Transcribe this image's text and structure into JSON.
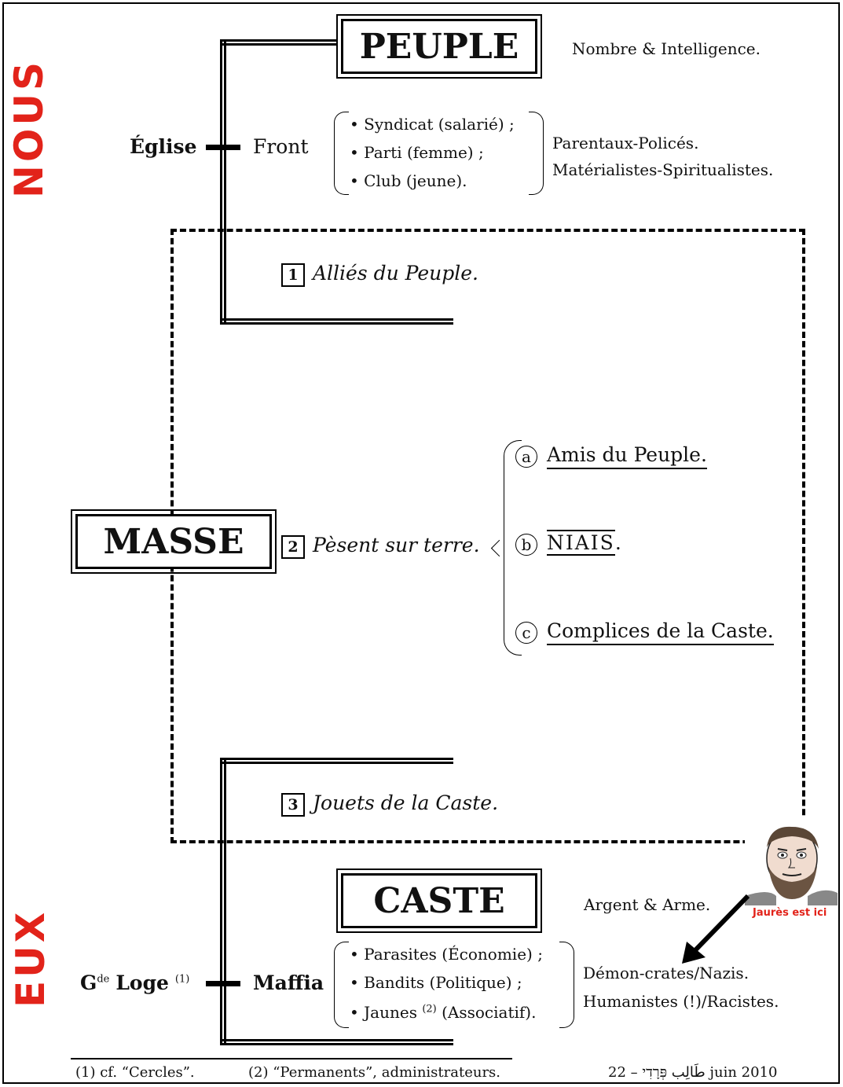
{
  "sides": {
    "top": "NOUS",
    "bottom": "EUX"
  },
  "peuple": {
    "title": "PEUPLE",
    "subtitle": "Nombre & Intelligence.",
    "left_label": "Église",
    "front": "Front",
    "front_items": [
      "• Syndicat (salarié) ;",
      "• Parti (femme) ;",
      "• Club (jeune)."
    ],
    "right_lines": [
      "Parentaux-Policés.",
      "Matérialistes-Spiritualistes."
    ]
  },
  "masse": {
    "title": "MASSE",
    "item1_num": "1",
    "item1_text": "Alliés du Peuple.",
    "item2_num": "2",
    "item2_text": "Pèsent sur terre.",
    "sub_a_letter": "a",
    "sub_a": "Amis du Peuple.",
    "sub_b_letter": "b",
    "sub_b": "NIAIS",
    "sub_c_letter": "c",
    "sub_c": "Complices de la Caste.",
    "item3_num": "3",
    "item3_text": "Jouets de la Caste."
  },
  "caste": {
    "title": "CASTE",
    "subtitle": "Argent & Arme.",
    "left_label_a": "G",
    "left_label_sup": "de",
    "left_label_b": "Loge",
    "left_label_note": "(1)",
    "maffia": "Maffia",
    "maffia_items": [
      "• Parasites (Économie) ;",
      "• Bandits (Politique) ;"
    ],
    "maffia_item3_a": "• Jaunes",
    "maffia_item3_note": "(2)",
    "maffia_item3_b": "(Associatif).",
    "right_lines": [
      "Démon-crates/Nazis.",
      "Humanistes (!)/Racistes."
    ],
    "portrait_caption": "Jaurès est ici"
  },
  "footnotes": {
    "note1": "(1) cf. “Cercles”.",
    "note2": "(2) “Permanents”, administrateurs.",
    "signature": "طَالِب פְּרָדִי – 22 juin 2010"
  }
}
